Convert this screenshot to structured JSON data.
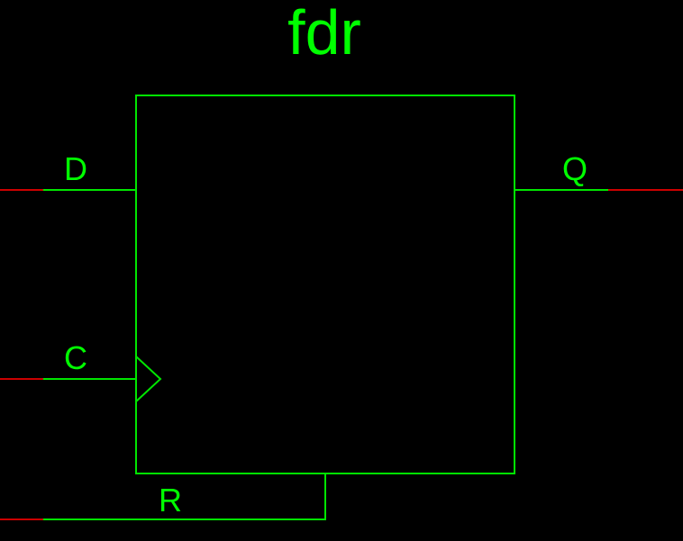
{
  "symbol": {
    "name": "fdr"
  },
  "pins": {
    "d": "D",
    "c": "C",
    "r": "R",
    "q": "Q"
  },
  "colors": {
    "background": "#000000",
    "symbol_stroke": "#00e600",
    "label": "#00ff00",
    "wire_unconnected": "#cc0000"
  }
}
